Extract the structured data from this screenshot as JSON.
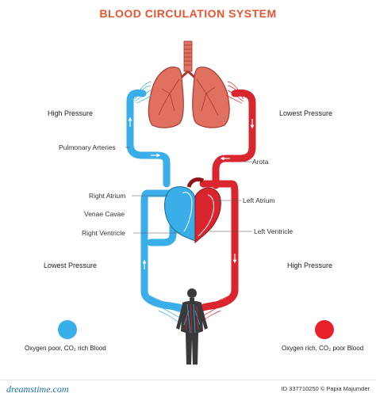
{
  "title": "BLOOD CIRCULATION SYSTEM",
  "labels": {
    "high_pressure_top": "High Pressure",
    "lowest_pressure_top": "Lowest Pressure",
    "pulmonary_arteries": "Pulmonary Arteries",
    "aorta": "Arota",
    "right_atrium": "Right Atrium",
    "left_atrium": "Left Atrium",
    "venae_cavae": "Venae Cavae",
    "right_ventricle": "Right Ventricle",
    "left_ventricle": "Left Ventricle",
    "lowest_pressure_bottom": "Lowest Pressure",
    "high_pressure_bottom": "High Pressure"
  },
  "legend": {
    "oxygen_poor": {
      "text": "Oxygen poor, CO₂ rich Blood",
      "color": "#3aaee8"
    },
    "oxygen_rich": {
      "text": "Oxygen rich, CO₂ poor Blood",
      "color": "#e8202a"
    }
  },
  "footer": {
    "brand": "dreamstime.com",
    "credit": "ID 337710250 © Papia Majumder"
  },
  "colors": {
    "title": "#e8542f",
    "blue_vessel": "#3aaee8",
    "red_vessel": "#d9262e",
    "lung": "#e0705f"
  }
}
